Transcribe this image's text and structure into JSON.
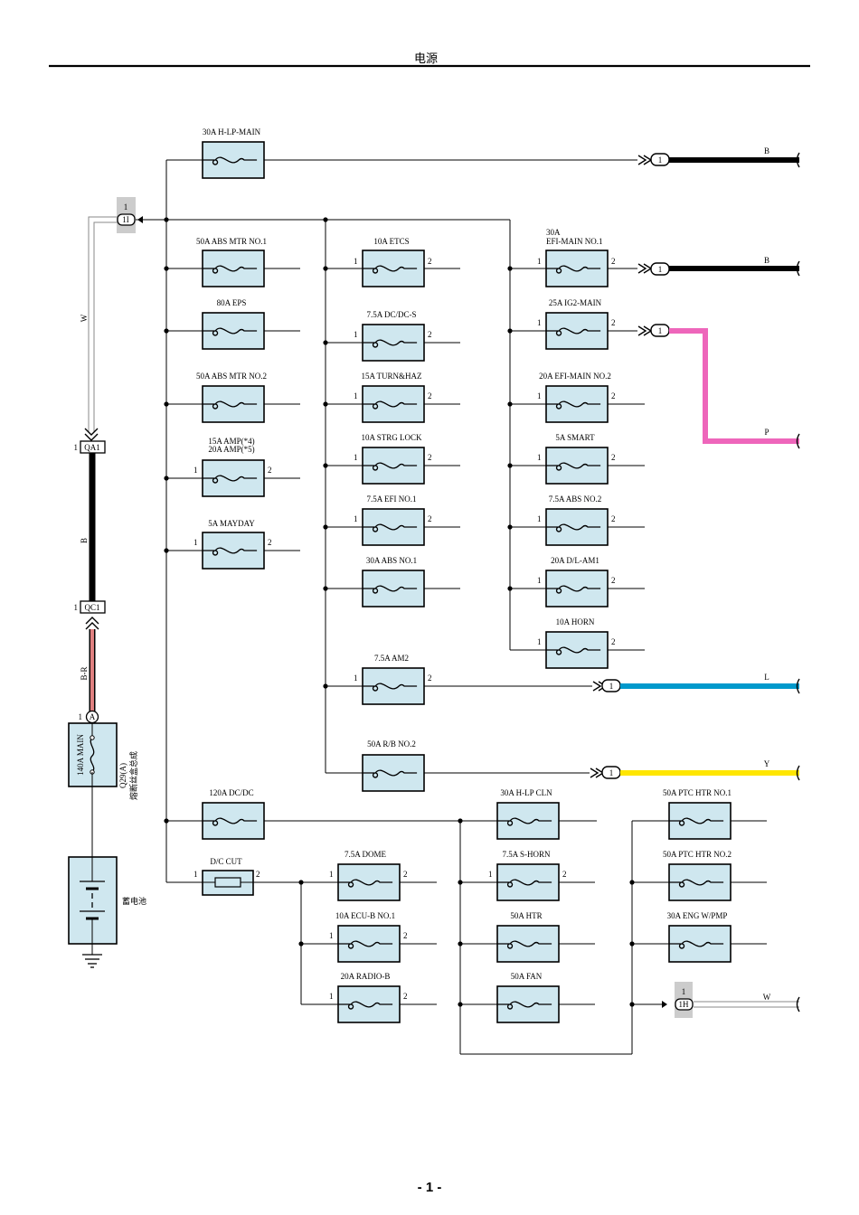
{
  "header": {
    "title": "电源"
  },
  "footer": {
    "page": "- 1 -"
  },
  "colors": {
    "fuse_fill": "#cfe7ef",
    "wire_B": "#000000",
    "wire_P": "#ee66bb",
    "wire_L": "#0099cc",
    "wire_Y": "#ffe600",
    "wire_W": "#ffffff",
    "wire_BR": "#cc3333",
    "connector_shade": "#cccccc"
  },
  "fuses": [
    {
      "id": "f1",
      "name": "30A H-LP-MAIN",
      "pins": [
        "",
        ""
      ]
    },
    {
      "id": "f2",
      "name": "50A ABS MTR NO.1",
      "pins": [
        "",
        ""
      ]
    },
    {
      "id": "f3",
      "name": "80A EPS",
      "pins": [
        "",
        ""
      ]
    },
    {
      "id": "f4",
      "name": "50A ABS MTR NO.2",
      "pins": [
        "",
        ""
      ]
    },
    {
      "id": "f5",
      "name": "15A AMP(*4)",
      "name2": "20A AMP(*5)",
      "pins": [
        "1",
        "2"
      ]
    },
    {
      "id": "f6",
      "name": "5A MAYDAY",
      "pins": [
        "1",
        "2"
      ]
    },
    {
      "id": "f7",
      "name": "10A ETCS",
      "pins": [
        "1",
        "2"
      ]
    },
    {
      "id": "f8",
      "name": "7.5A DC/DC-S",
      "pins": [
        "1",
        "2"
      ]
    },
    {
      "id": "f9",
      "name": "15A TURN&HAZ",
      "pins": [
        "1",
        "2"
      ]
    },
    {
      "id": "f10",
      "name": "10A STRG LOCK",
      "pins": [
        "1",
        "2"
      ]
    },
    {
      "id": "f11",
      "name": "7.5A EFI NO.1",
      "pins": [
        "1",
        "2"
      ]
    },
    {
      "id": "f12",
      "name": "30A ABS NO.1",
      "pins": [
        "",
        ""
      ]
    },
    {
      "id": "f13",
      "name": "7.5A AM2",
      "pins": [
        "1",
        "2"
      ]
    },
    {
      "id": "f14",
      "name": "50A R/B NO.2",
      "pins": [
        "",
        ""
      ]
    },
    {
      "id": "f15",
      "name": "30A",
      "name2": "EFI-MAIN NO.1",
      "pins": [
        "1",
        "2"
      ]
    },
    {
      "id": "f16",
      "name": "25A IG2-MAIN",
      "pins": [
        "1",
        "2"
      ]
    },
    {
      "id": "f17",
      "name": "20A EFI-MAIN NO.2",
      "pins": [
        "1",
        "2"
      ]
    },
    {
      "id": "f18",
      "name": "5A SMART",
      "pins": [
        "1",
        "2"
      ]
    },
    {
      "id": "f19",
      "name": "7.5A ABS NO.2",
      "pins": [
        "1",
        "2"
      ]
    },
    {
      "id": "f20",
      "name": "20A D/L-AM1",
      "pins": [
        "1",
        "2"
      ]
    },
    {
      "id": "f21",
      "name": "10A HORN",
      "pins": [
        "1",
        "2"
      ]
    },
    {
      "id": "f22",
      "name": "120A DC/DC",
      "pins": [
        "",
        ""
      ]
    },
    {
      "id": "f23",
      "name": "D/C CUT",
      "pins": [
        "1",
        "2"
      ]
    },
    {
      "id": "f24",
      "name": "7.5A DOME",
      "pins": [
        "1",
        "2"
      ]
    },
    {
      "id": "f25",
      "name": "10A ECU-B NO.1",
      "pins": [
        "1",
        "2"
      ]
    },
    {
      "id": "f26",
      "name": "20A RADIO-B",
      "pins": [
        "1",
        "2"
      ]
    },
    {
      "id": "f27",
      "name": "30A H-LP CLN",
      "pins": [
        "",
        ""
      ]
    },
    {
      "id": "f28",
      "name": "7.5A S-HORN",
      "pins": [
        "1",
        "2"
      ]
    },
    {
      "id": "f29",
      "name": "50A HTR",
      "pins": [
        "",
        ""
      ]
    },
    {
      "id": "f30",
      "name": "50A FAN",
      "pins": [
        "",
        ""
      ]
    },
    {
      "id": "f31",
      "name": "50A PTC HTR NO.1",
      "pins": [
        "",
        ""
      ]
    },
    {
      "id": "f32",
      "name": "50A PTC HTR NO.2",
      "pins": [
        "",
        ""
      ]
    },
    {
      "id": "f33",
      "name": "30A ENG W/PMP",
      "pins": [
        "",
        ""
      ]
    }
  ],
  "connectors": {
    "c1": {
      "pin": "1",
      "label": "1I"
    },
    "c2": {
      "pin": "1",
      "label": "QA1"
    },
    "c3": {
      "pin": "1",
      "label": "QC1"
    },
    "c4": {
      "pin": "1",
      "label": "A"
    },
    "c5": {
      "pin": "1",
      "label": "1H"
    },
    "out1": {
      "label": "1"
    },
    "out2": {
      "label": "1"
    },
    "out3": {
      "label": "1"
    },
    "out4": {
      "label": "1"
    },
    "out5": {
      "label": "1"
    }
  },
  "wires": {
    "w_left_top": "W",
    "w_left_mid": "B",
    "w_left_low": "B-R",
    "out_B1": "B",
    "out_B2": "B",
    "out_P": "P",
    "out_L": "L",
    "out_Y": "Y",
    "out_W": "W"
  },
  "main_fuse": {
    "rating": "140A MAIN",
    "code": "Q29(A)",
    "desc": "熔断丝盒总成"
  },
  "battery": {
    "label": "蓄电池"
  }
}
